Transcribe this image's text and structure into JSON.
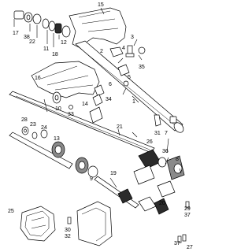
{
  "diagram": {
    "callouts": [
      "15",
      "17",
      "38",
      "22",
      "11",
      "18",
      "12",
      "3",
      "35",
      "4",
      "2",
      "5",
      "16",
      "14",
      "10",
      "33",
      "6",
      "34",
      "1",
      "31",
      "7",
      "21",
      "28",
      "23",
      "24",
      "13",
      "9",
      "36",
      "26",
      "8",
      "29",
      "37",
      "19",
      "25",
      "30",
      "32",
      "20",
      "27"
    ],
    "colors": {
      "ink": "#000000",
      "paper": "#ffffff",
      "shade": "#2b2b2b",
      "mid": "#8a8a8a"
    }
  }
}
